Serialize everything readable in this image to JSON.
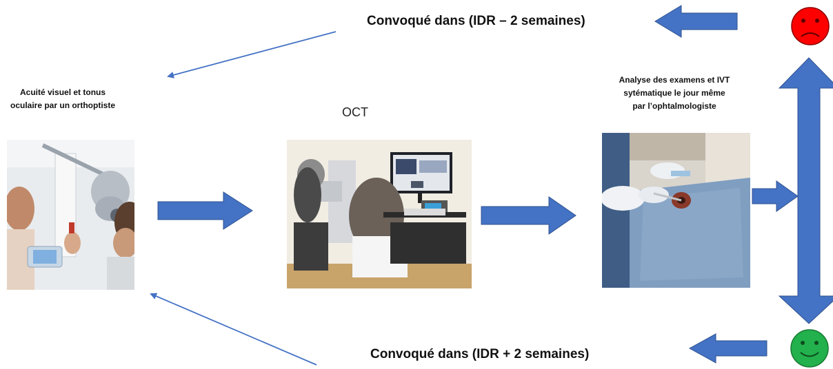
{
  "captions": {
    "top": "Convoqué dans (IDR – 2 semaines)",
    "bottom": "Convoqué dans (IDR + 2 semaines)"
  },
  "steps": [
    {
      "label_lines": [
        "Acuité visuel et tonus",
        "oculaire par un orthoptiste"
      ],
      "photo": "orthoptist-exam-photo"
    },
    {
      "label": "OCT",
      "photo": "oct-exam-photo"
    },
    {
      "label_lines": [
        "Analyse des examens et IVT",
        "sytématique le jour même",
        "par l’ophtalmologiste"
      ],
      "photo": "intravitreal-injection-photo"
    }
  ],
  "status_icons": {
    "bad": {
      "icon": "sad-face-icon",
      "color": "#ff0000"
    },
    "good": {
      "icon": "happy-face-icon",
      "color": "#22b14c"
    }
  },
  "colors": {
    "arrow_fill": "#4472c4",
    "arrow_stroke": "#2f528f",
    "line": "#4472c4"
  }
}
